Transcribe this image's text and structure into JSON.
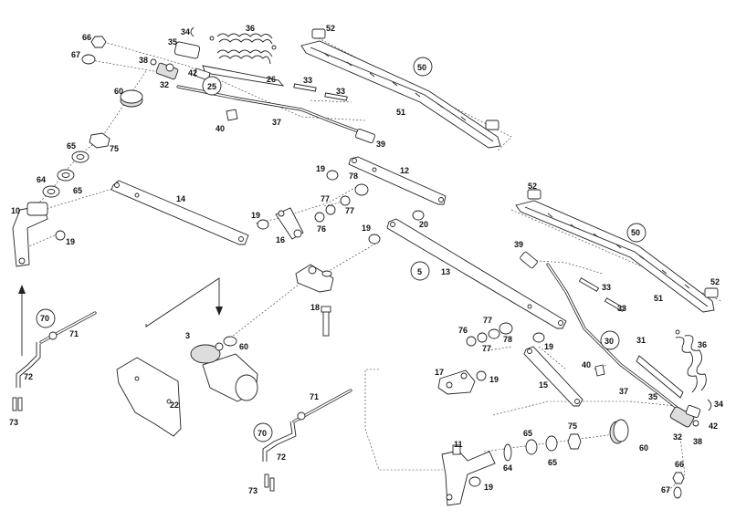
{
  "diagram": {
    "labels": {
      "p66": "66",
      "p67": "67",
      "p38": "38",
      "p32": "32",
      "p42": "42",
      "p35": "35",
      "p34": "34",
      "p36": "36",
      "p52": "52",
      "p50": "50",
      "p33": "33",
      "p33b": "33",
      "p26": "26",
      "p25": "25",
      "p60": "60",
      "p40": "40",
      "p37": "37",
      "p51": "51",
      "p39": "39",
      "p65": "65",
      "p75": "75",
      "p64": "64",
      "p65b": "65",
      "p10": "10",
      "p19": "19",
      "p14": "14",
      "p19b": "19",
      "p19c": "19",
      "p12": "12",
      "p78": "78",
      "p77": "77",
      "p77b": "77",
      "p76": "76",
      "p16": "16",
      "p20": "20",
      "p19d": "19",
      "p5": "5",
      "p13": "13",
      "p18": "18",
      "p3": "3",
      "p60b": "60",
      "p22": "22",
      "p70": "70",
      "p71": "71",
      "p72": "72",
      "p73": "73",
      "r52": "52",
      "r50": "50",
      "r39": "39",
      "r33": "33",
      "r33b": "33",
      "r51": "51",
      "r52b": "52",
      "r76": "76",
      "r77": "77",
      "r77b": "77",
      "r78": "78",
      "r19": "19",
      "r30": "30",
      "r31": "31",
      "r36": "36",
      "r17": "17",
      "r19b": "19",
      "r15": "15",
      "r40": "40",
      "r37": "37",
      "r35": "35",
      "r34": "34",
      "r42": "42",
      "r32": "32",
      "r38": "38",
      "r65": "65",
      "r75": "75",
      "r60": "60",
      "r11": "11",
      "r64": "64",
      "r65b": "65",
      "r19c": "19",
      "r66": "66",
      "r67": "67",
      "b70": "70",
      "b71": "71",
      "b72": "72",
      "b73": "73"
    }
  }
}
